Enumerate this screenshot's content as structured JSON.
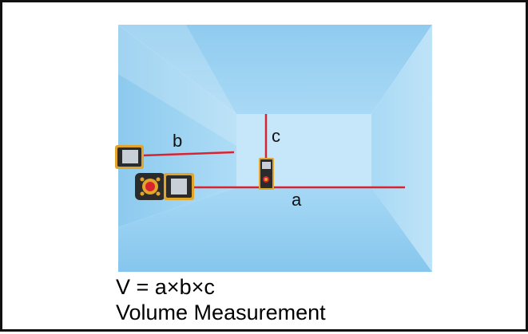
{
  "diagram": {
    "labels": {
      "a": "a",
      "b": "b",
      "c": "c"
    },
    "formula": "V = a×b×c",
    "title": "Volume  Measurement",
    "colors": {
      "room_back_wall": "#c3e4f8",
      "room_side_walls": "#9fd2f1",
      "room_floor": "#8fcbef",
      "measure_line": "#d9232e",
      "device_body": "#e0a52a",
      "device_dark": "#2b2b2b"
    },
    "icons": [
      "laser-distance-meter-icon"
    ]
  }
}
